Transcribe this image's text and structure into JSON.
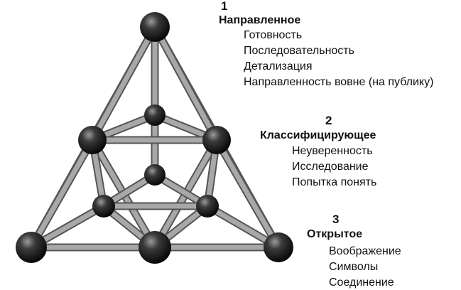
{
  "levels": [
    {
      "number": "1",
      "title": "Направленное",
      "items": [
        "Готовность",
        "Последовательность",
        "Детализация",
        "Направленность вовне (на публику)"
      ]
    },
    {
      "number": "2",
      "title": "Классифицирующее",
      "items": [
        "Неуверенность",
        "Исследование",
        "Попытка понять"
      ]
    },
    {
      "number": "3",
      "title": "Открытое",
      "items": [
        "Воображение",
        "Символы",
        "Соединение"
      ]
    }
  ],
  "colors": {
    "rod": "#a8a8a8",
    "rod_edge": "#555555",
    "ball": "#111111",
    "ball_highlight": "#9a9a9a",
    "text": "#111111"
  }
}
